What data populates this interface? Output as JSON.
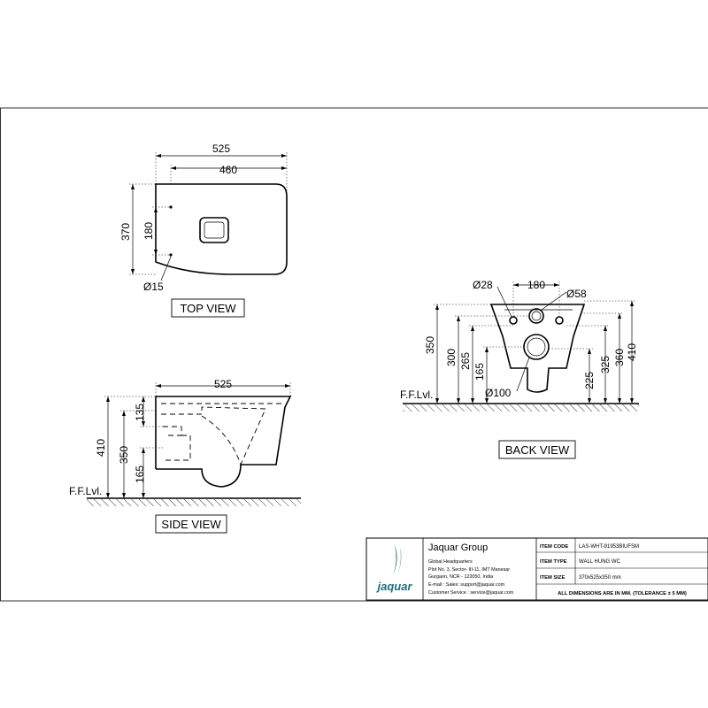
{
  "views": {
    "top": {
      "label": "TOP VIEW",
      "dims": {
        "overall_length": "525",
        "seat_length": "460",
        "width": "370",
        "hole_spacing": "180",
        "hole_diameter": "Ø15"
      }
    },
    "side": {
      "label": "SIDE VIEW",
      "floor_label": "F.F.Lvl.",
      "dims": {
        "length": "525",
        "height_top": "410",
        "height_rim": "350",
        "inlet_height": "135",
        "outlet_height": "165"
      }
    },
    "back": {
      "label": "BACK VIEW",
      "floor_label": "F.F.Lvl.",
      "dims": {
        "bolt_hole_diameter": "Ø28",
        "bolt_spacing": "180",
        "inlet_diameter": "Ø58",
        "outlet_diameter": "Ø100",
        "h350": "350",
        "h300": "300",
        "h265": "265",
        "h165": "165",
        "h225": "225",
        "h325": "325",
        "h360": "360",
        "h410": "410"
      }
    }
  },
  "title_block": {
    "logo_text": "jaquar",
    "company": "Jaquar Group",
    "address_lines": [
      "Global Headquarters",
      "Plot No. 3, Sector- III-11, IMT Manesar",
      "Gurgaon, NCR - 122050, India",
      "E-mail : Sales: support@jaquar.com",
      "Customer Service : service@jaquar.com"
    ],
    "rows": [
      {
        "label": "ITEM CODE",
        "value": "LAS-WHT-91953BIUFSM"
      },
      {
        "label": "ITEM TYPE",
        "value": "WALL HUNG WC"
      },
      {
        "label": "ITEM SIZE",
        "value": "370x525x350 mm"
      }
    ],
    "note": "ALL DIMENSIONS ARE IN MM. (TOLERANCE ± 5 MM)"
  },
  "colors": {
    "ink": "#000000",
    "logo": "#1f6f7a",
    "paper": "#ffffff"
  }
}
